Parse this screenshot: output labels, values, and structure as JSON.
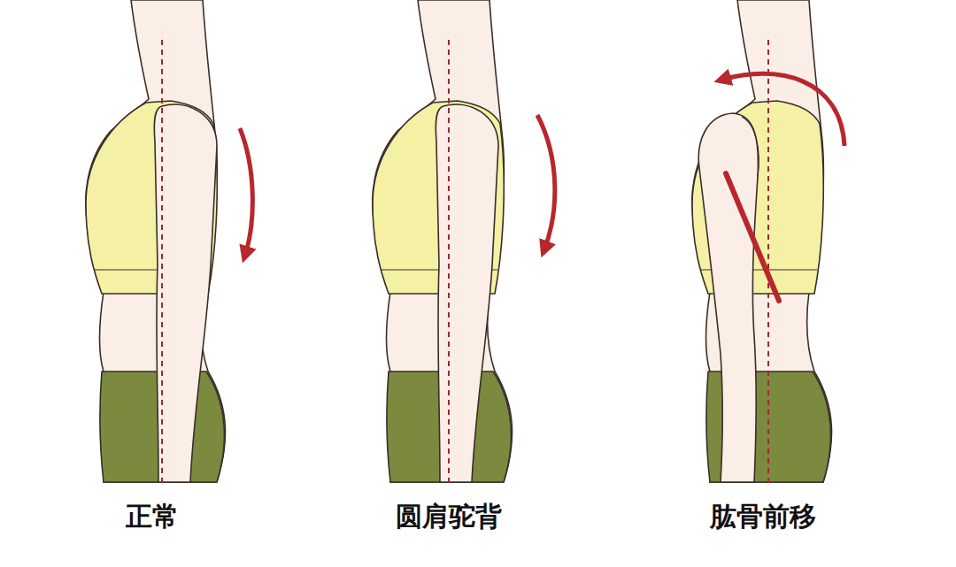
{
  "diagram": {
    "labels": [
      "正常",
      "圆肩驼背",
      "肱骨前移"
    ]
  }
}
